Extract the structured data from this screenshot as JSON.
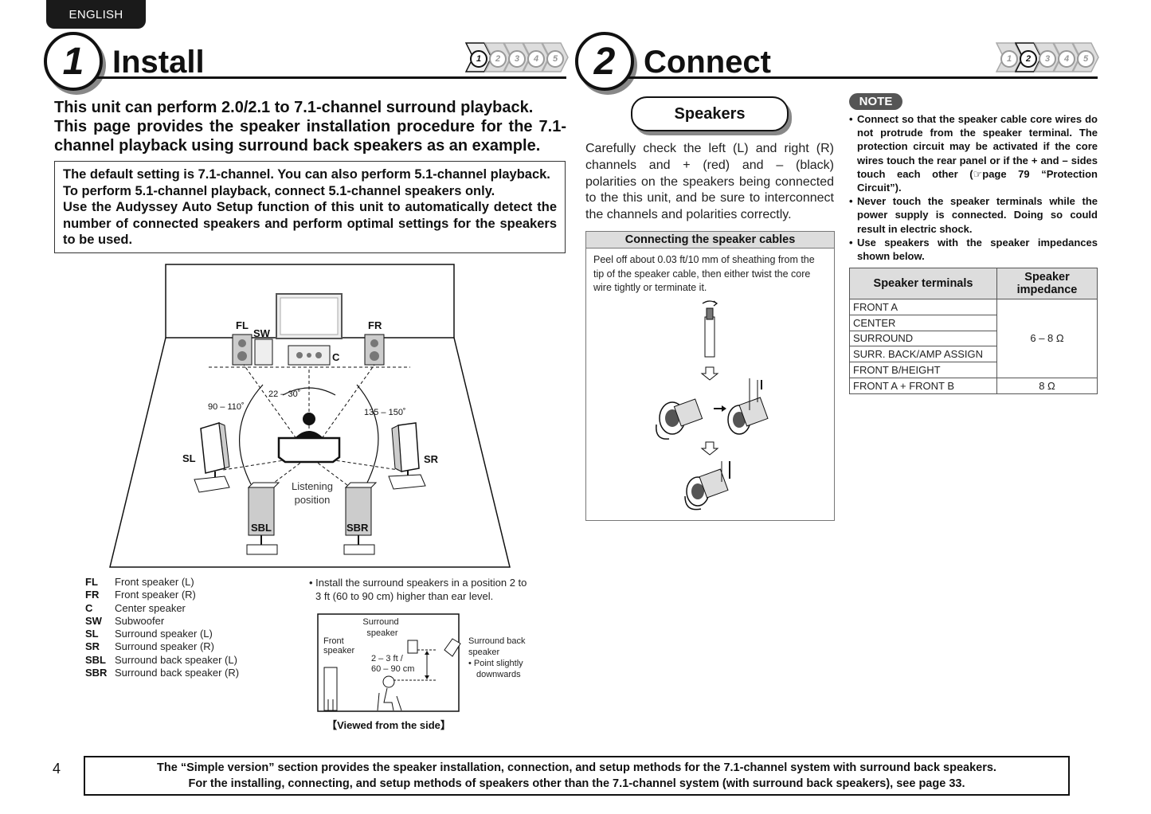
{
  "language_tab": "ENGLISH",
  "page_number": "4",
  "install": {
    "step": "1",
    "title": "Install",
    "intro_lines": [
      "This unit can perform 2.0/2.1 to 7.1-channel surround playback.",
      "This page provides the speaker installation procedure for the 7.1-channel playback using surround back speakers as an example."
    ],
    "default_box": [
      "The default setting is 7.1-channel. You can also perform 5.1-channel playback.",
      "To perform 5.1-channel playback, connect 5.1-channel speakers only.",
      "Use the Audyssey Auto Setup function of this unit to automatically detect the number of connected speakers and perform optimal settings for the speakers to be used."
    ],
    "diagram": {
      "FL": "FL",
      "FR": "FR",
      "SW": "SW",
      "C": "C",
      "SL": "SL",
      "SR": "SR",
      "SBL": "SBL",
      "SBR": "SBR",
      "angle_front": "22 – 30˚",
      "angle_side": "90 – 110˚",
      "angle_back": "135 – 150˚",
      "listening_line1": "Listening",
      "listening_line2": "position"
    },
    "legend": [
      {
        "code": "FL",
        "desc": "Front speaker (L)"
      },
      {
        "code": "FR",
        "desc": "Front speaker (R)"
      },
      {
        "code": "C",
        "desc": "Center speaker"
      },
      {
        "code": "SW",
        "desc": "Subwoofer"
      },
      {
        "code": "SL",
        "desc": "Surround speaker (L)"
      },
      {
        "code": "SR",
        "desc": "Surround speaker (R)"
      },
      {
        "code": "SBL",
        "desc": "Surround back speaker (L)"
      },
      {
        "code": "SBR",
        "desc": "Surround back speaker (R)"
      }
    ],
    "surround_note_line1": "• Install the surround speakers in a position 2 to",
    "surround_note_line2": "3 ft (60 to 90 cm) higher than ear level.",
    "side_view": {
      "surround_line1": "Surround",
      "surround_line2": "speaker",
      "front_line1": "Front",
      "front_line2": "speaker",
      "height_line1": "2 – 3 ft /",
      "height_line2": "60 – 90 cm",
      "back_line1": "Surround back",
      "back_line2": "speaker",
      "point_line1": "• Point slightly",
      "point_line2": "downwards",
      "caption": "【Viewed from the side】"
    }
  },
  "connect": {
    "step": "2",
    "title": "Connect",
    "speakers_label": "Speakers",
    "check_text": "Carefully check the left (L) and right (R) channels and + (red) and – (black) polarities on the speakers being connected to the this unit, and be sure to interconnect the channels and polarities correctly.",
    "cable_heading": "Connecting the speaker cables",
    "cable_text": "Peel off about 0.03 ft/10 mm of sheathing from the tip of the speaker cable, then either twist the core wire tightly or terminate it.",
    "note_label": "NOTE",
    "notes": [
      "Connect so that the speaker cable core wires do not protrude from the speaker terminal. The protection circuit may be activated if the core wires touch the rear panel or if the + and – sides touch each other (☞page 79 “Protection Circuit”).",
      "Never touch the speaker terminals while the power supply is connected. Doing so could result in electric shock.",
      "Use speakers with the speaker impedances shown below."
    ],
    "table": {
      "col1": "Speaker terminals",
      "col2_line1": "Speaker",
      "col2_line2": "impedance",
      "rows": [
        "FRONT A",
        "CENTER",
        "SURROUND",
        "SURR. BACK/AMP ASSIGN",
        "FRONT B/HEIGHT",
        "FRONT A + FRONT B"
      ],
      "imp_main": "6 – 8 Ω",
      "imp_last": "8 Ω"
    }
  },
  "steps": [
    "1",
    "2",
    "3",
    "4",
    "5"
  ],
  "footer_line1": "The “Simple version” section provides the speaker installation, connection, and setup methods for the 7.1-channel system with surround back speakers.",
  "footer_line2": "For the installing, connecting, and setup methods of speakers other than the 7.1-channel system (with surround back speakers), see page 33."
}
